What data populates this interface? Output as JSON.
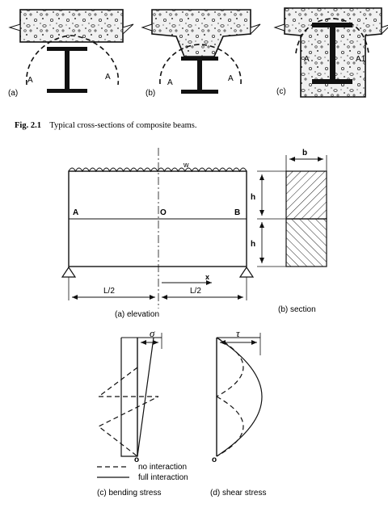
{
  "sections": {
    "a": {
      "label": "(a)",
      "curve_left": "A",
      "curve_right": "A"
    },
    "b": {
      "label": "(b)",
      "curve_left": "A",
      "curve_right": "A"
    },
    "c": {
      "label": "(c)",
      "curve_left": "A",
      "curve_right": "A1"
    }
  },
  "fig21": {
    "number": "Fig. 2.1",
    "title": "Typical cross-sections of composite beams."
  },
  "elevation": {
    "load": "w",
    "left": "A",
    "center": "O",
    "right": "B",
    "half_left": "L/2",
    "half_right": "L/2",
    "x_axis": "x",
    "caption": "(a) elevation"
  },
  "section": {
    "width": "b",
    "h_top": "h",
    "h_bottom": "h",
    "caption": "(b) section"
  },
  "bending": {
    "symbol": "σ",
    "origin": "o",
    "caption": "(c) bending stress"
  },
  "shear": {
    "symbol": "τ",
    "origin": "o",
    "caption": "(d) shear stress"
  },
  "legend": {
    "dashed": "no interaction",
    "solid": "full interaction"
  }
}
